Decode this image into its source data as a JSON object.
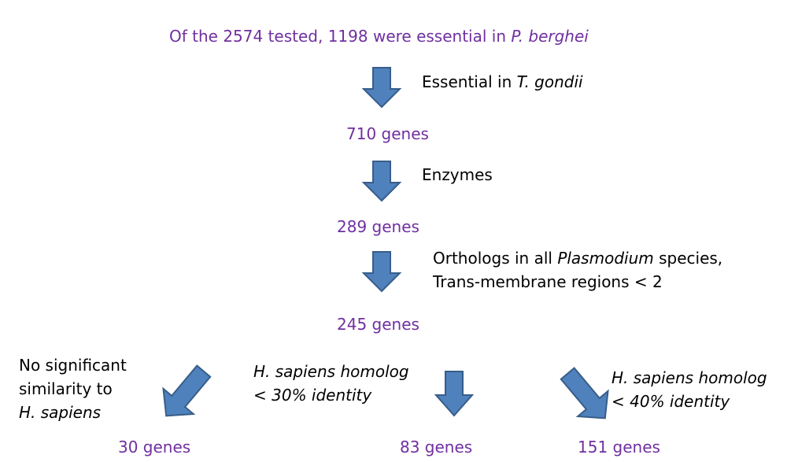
{
  "colors": {
    "count_text": "#7030a0",
    "arrow_fill": "#4f81bd",
    "arrow_stroke": "#385d8a",
    "label_text": "#000000"
  },
  "header": {
    "prefix": "Of the 2574 tested, 1198 were essential in ",
    "species": "P. berghei"
  },
  "steps": [
    {
      "filter_prefix": "Essential in ",
      "filter_italic": "T. gondii",
      "result": "710 genes"
    },
    {
      "filter": "Enzymes",
      "result": "289 genes"
    },
    {
      "filter_line1_prefix": "Orthologs in all ",
      "filter_line1_italic": "Plasmodium",
      "filter_line1_suffix": " species,",
      "filter_line2": "Trans-membrane regions < 2",
      "result": "245 genes"
    }
  ],
  "branches": [
    {
      "line1": "No significant",
      "line2": "similarity to",
      "line3": "H. sapiens",
      "result": "30 genes"
    },
    {
      "line1": "H. sapiens homolog",
      "line2": "< 30% identity",
      "result": "83 genes"
    },
    {
      "line1": "H. sapiens homolog",
      "line2": "< 40% identity",
      "result": "151 genes"
    }
  ]
}
